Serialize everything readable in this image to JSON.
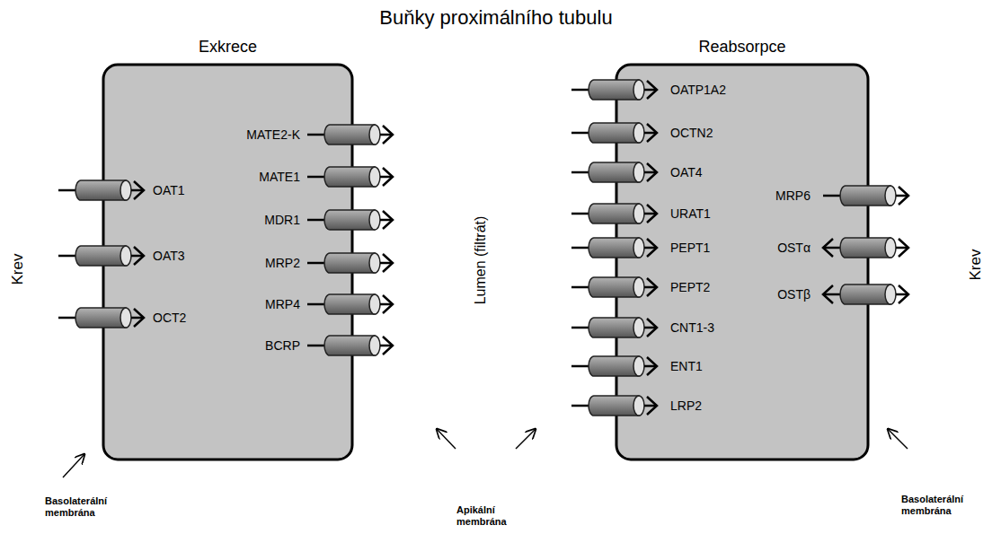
{
  "diagram": {
    "title": "Buňky proximálního tubulu",
    "nodes": [
      {
        "text": [
          "Exkrece"
        ]
      },
      {
        "text": [
          "Reabsorpce"
        ]
      }
    ],
    "labels": [
      "Krev",
      "OAT1",
      "OAT3",
      "OCT2",
      "MATE2-K",
      "MATE1",
      "MDR1",
      "MRP2",
      "MRP4",
      "BCRP",
      "Lumen (filtrát)",
      "OATP1A2",
      "OCTN2",
      "OAT4",
      "URAT1",
      "PEPT1",
      "PEPT2",
      "CNT1-3",
      "ENT1",
      "LRP2",
      "MRP6",
      "OSTα",
      "OSTβ",
      "Krev",
      "Basolaterální membrána",
      "Apikální membrána",
      "Basolaterální membrána"
    ]
  }
}
